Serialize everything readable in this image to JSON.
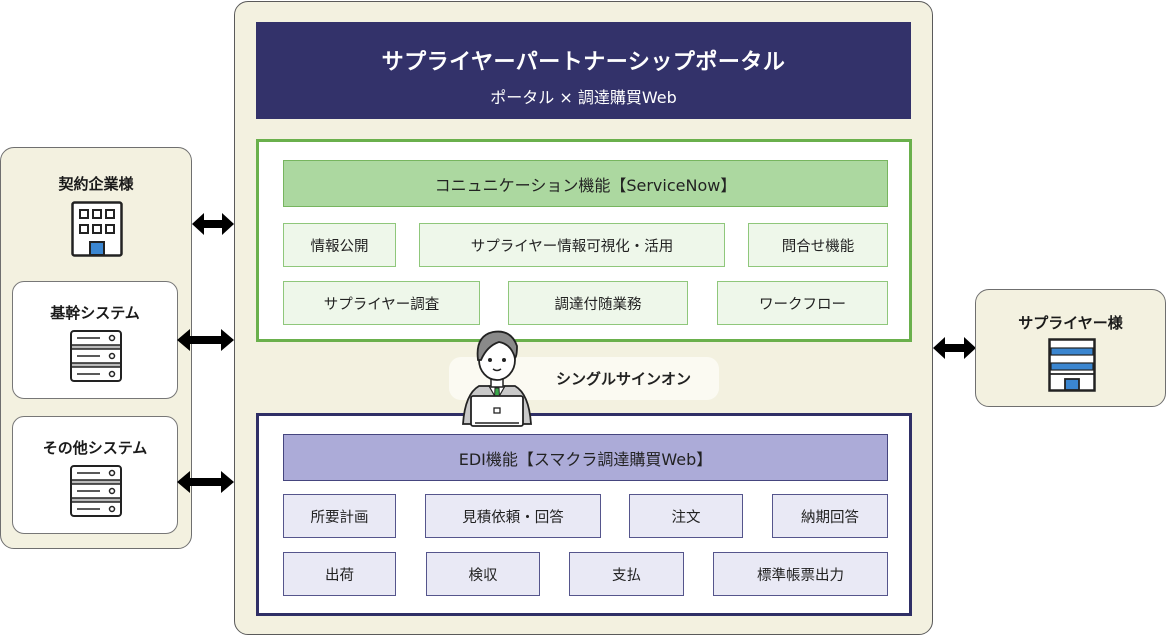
{
  "portal": {
    "title": "サプライヤーパートナーシップポータル",
    "subtitle": "ポータル × 調達購買Web",
    "header_color": "#33326a",
    "background_color": "#f3f1e0"
  },
  "communication": {
    "title": "コニュニケーション機能【ServiceNow】",
    "border_color": "#6ab04c",
    "bar_color": "#acd8a0",
    "items_row1": [
      "情報公開",
      "サプライヤー情報可視化・活用",
      "問合せ機能"
    ],
    "items_row2": [
      "サプライヤー調査",
      "調達付随業務",
      "ワークフロー"
    ]
  },
  "sso": {
    "label": "シングルサインオン",
    "icon": "person-with-laptop-icon"
  },
  "edi": {
    "title": "EDI機能【スマクラ調達購買Web】",
    "border_color": "#2f2f66",
    "bar_color": "#acabd8",
    "items_row1": [
      "所要計画",
      "見積依頼・回答",
      "注文",
      "納期回答"
    ],
    "items_row2": [
      "出荷",
      "検収",
      "支払",
      "標準帳票出力"
    ]
  },
  "left": {
    "contract_company": {
      "label": "契約企業様",
      "icon": "office-building-icon"
    },
    "core_system": {
      "label": "基幹システム",
      "icon": "server-icon"
    },
    "other_system": {
      "label": "その他システム",
      "icon": "server-icon"
    }
  },
  "right": {
    "supplier": {
      "label": "サプライヤー様",
      "icon": "supplier-building-icon"
    }
  },
  "connectors": [
    "bidirectional-arrow",
    "bidirectional-arrow",
    "bidirectional-arrow",
    "bidirectional-arrow"
  ]
}
